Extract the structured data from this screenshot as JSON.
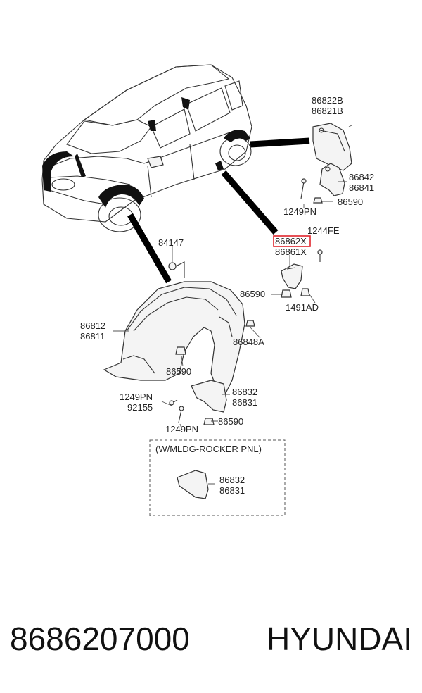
{
  "labels": {
    "l86822b": "86822B",
    "l86821b": "86821B",
    "l86842a": "86842",
    "l86841a": "86841",
    "l86590a": "86590",
    "l1249pna": "1249PN",
    "l1244fe": "1244FE",
    "l86862x": "86862X",
    "l86861x": "86861X",
    "l86590b": "86590",
    "l1491ad": "1491AD",
    "l84147": "84147",
    "l86812": "86812",
    "l86811": "86811",
    "l86848a": "86848A",
    "l86590c": "86590",
    "l1249pnb": "1249PN",
    "l92155": "92155",
    "l86832a": "86832",
    "l86831a": "86831",
    "l1249pnc": "1249PN",
    "l86590d": "86590",
    "note": "(W/MLDG-ROCKER PNL)",
    "l86832b": "86832",
    "l86831b": "86831"
  },
  "highlight_color": "#e0242c",
  "footer": {
    "part_number": "8686207000",
    "brand": "HYUNDAI"
  }
}
